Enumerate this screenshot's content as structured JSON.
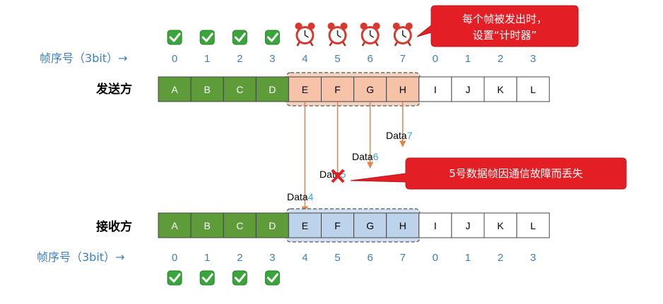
{
  "top_callout": {
    "line1": "每个帧被发出时，",
    "line2": "设置“计时器”"
  },
  "loss_callout": "5号数据帧因通信故障而丢失",
  "sender": {
    "label": "发送方",
    "seq_label": "帧序号（3bit）→",
    "seq_numbers": [
      "0",
      "1",
      "2",
      "3",
      "4",
      "5",
      "6",
      "7",
      "0",
      "1",
      "2",
      "3"
    ],
    "frames": [
      "A",
      "B",
      "C",
      "D",
      "E",
      "F",
      "G",
      "H",
      "I",
      "J",
      "K",
      "L"
    ],
    "acked_count": 4,
    "timer_count": 4
  },
  "receiver": {
    "label": "接收方",
    "seq_label": "帧序号（3bit）→",
    "seq_numbers": [
      "0",
      "1",
      "2",
      "3",
      "4",
      "5",
      "6",
      "7",
      "0",
      "1",
      "2",
      "3"
    ],
    "frames": [
      "A",
      "B",
      "C",
      "D",
      "E",
      "F",
      "G",
      "H",
      "I",
      "J",
      "K",
      "L"
    ],
    "received_count": 4
  },
  "packets": [
    {
      "prefix": "Data",
      "num": "4",
      "lost": false
    },
    {
      "prefix": "Data",
      "num": "5",
      "lost": true
    },
    {
      "prefix": "Data",
      "num": "6",
      "lost": false
    },
    {
      "prefix": "Data",
      "num": "7",
      "lost": false
    }
  ],
  "colors": {
    "green": "#5e9c3a",
    "orange_fill": "#f6c3a8",
    "orange_window": "#f4d2bd",
    "blue_fill": "#bcd3eb",
    "blue_window": "#cfdff0",
    "arrow": "#e0884a",
    "callout": "#e31e24",
    "seq": "#3f7fb5",
    "data_num": "#29a9e1"
  }
}
